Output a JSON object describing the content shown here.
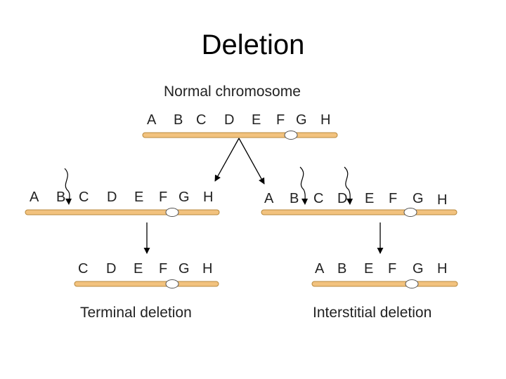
{
  "slide": {
    "title": "Deletion"
  },
  "diagram": {
    "normal": {
      "label": "Normal chromosome",
      "genes": [
        "A",
        "B",
        "C",
        "D",
        "E",
        "F",
        "G",
        "H"
      ]
    },
    "terminal_intermediate": {
      "genes": [
        "A",
        "B",
        "C",
        "D",
        "E",
        "F",
        "G",
        "H"
      ]
    },
    "interstitial_intermediate": {
      "genes": [
        "A",
        "B",
        "C",
        "D",
        "E",
        "F",
        "G",
        "H"
      ]
    },
    "terminal_result": {
      "label": "Terminal deletion",
      "genes": [
        "C",
        "D",
        "E",
        "F",
        "G",
        "H"
      ]
    },
    "interstitial_result": {
      "label": "Interstitial deletion",
      "genes": [
        "A",
        "B",
        "E",
        "F",
        "G",
        "H"
      ]
    },
    "colors": {
      "chromosome_fill": "#f2c27e",
      "chromosome_stroke": "#b88a3e",
      "centromere_fill": "#ffffff",
      "arrow": "#000000"
    }
  }
}
